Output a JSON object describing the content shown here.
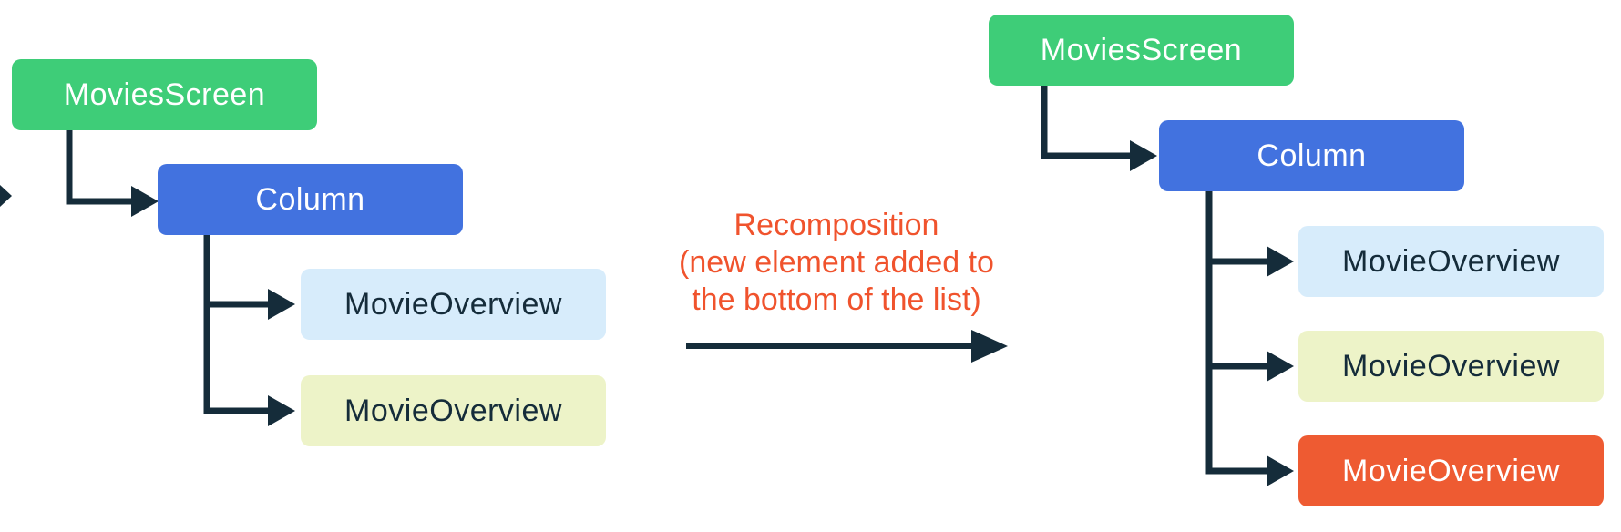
{
  "diagram": {
    "title": "Recomposition tree diagram",
    "background": "#ffffff",
    "connector_color": "#152C3A",
    "before_tree": {
      "root": {
        "label": "MoviesScreen",
        "bg": "#3ECD78",
        "text_color": "#ffffff"
      },
      "column": {
        "label": "Column",
        "bg": "#4272DF",
        "text_color": "#ffffff"
      },
      "children": [
        {
          "label": "MovieOverview",
          "bg": "#D7ECFB",
          "text_color": "#152C3A"
        },
        {
          "label": "MovieOverview",
          "bg": "#EDF3C8",
          "text_color": "#152C3A"
        }
      ]
    },
    "transition": {
      "label_lines": {
        "0": "Recomposition",
        "1": "(new element added to",
        "2": "the bottom of the list)"
      },
      "text_color": "#F0532D"
    },
    "after_tree": {
      "root": {
        "label": "MoviesScreen",
        "bg": "#3ECD78",
        "text_color": "#ffffff"
      },
      "column": {
        "label": "Column",
        "bg": "#4272DF",
        "text_color": "#ffffff"
      },
      "children": [
        {
          "label": "MovieOverview",
          "bg": "#D7ECFB",
          "text_color": "#152C3A"
        },
        {
          "label": "MovieOverview",
          "bg": "#EDF3C8",
          "text_color": "#152C3A"
        },
        {
          "label": "MovieOverview",
          "bg": "#EE5B32",
          "text_color": "#ffffff",
          "highlight": true
        }
      ]
    }
  }
}
